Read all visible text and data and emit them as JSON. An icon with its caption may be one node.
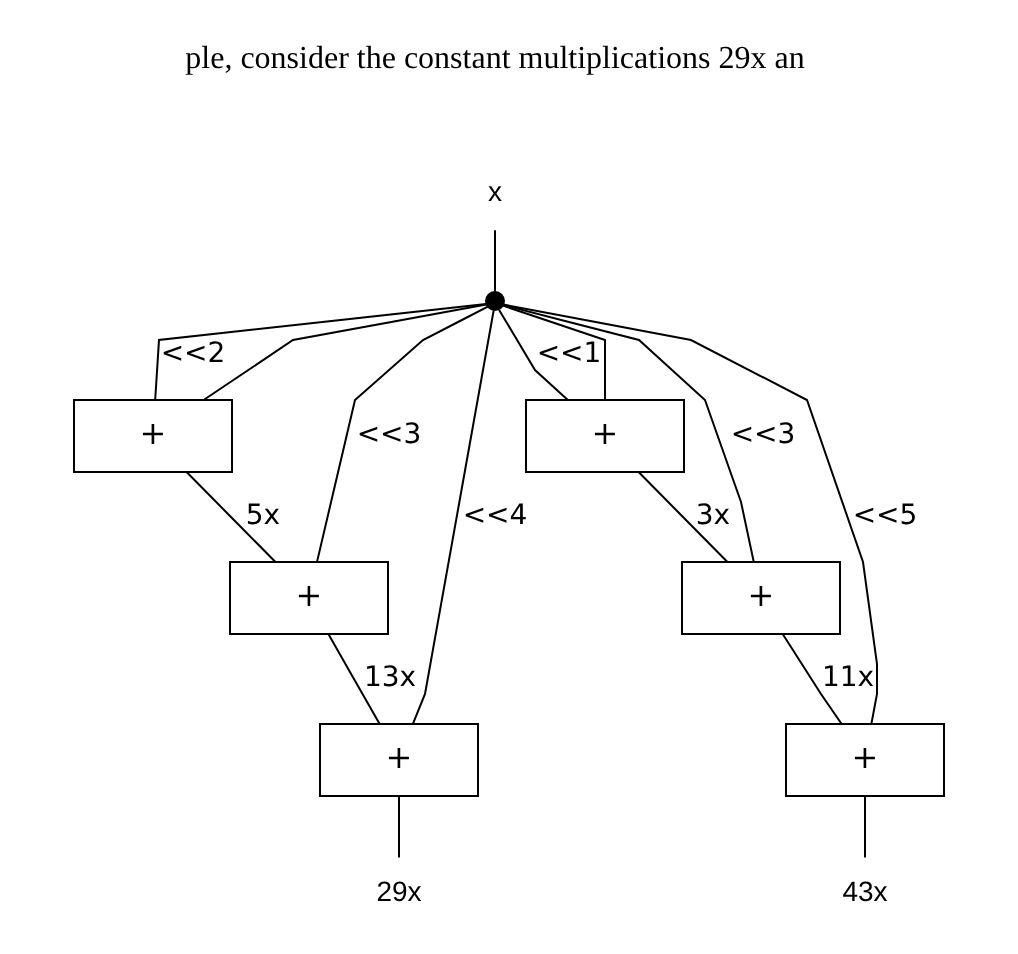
{
  "diagram": {
    "nodes": [
      {
        "text": [
          "x"
        ]
      },
      {
        "text": [],
        "shape": "circle"
      },
      {
        "text": [
          "+"
        ]
      },
      {
        "text": [
          "+"
        ]
      },
      {
        "text": [
          "+"
        ]
      },
      {
        "text": [
          "+"
        ]
      },
      {
        "text": [
          "+"
        ]
      },
      {
        "text": [
          "+"
        ]
      },
      {
        "text": [
          "29x"
        ]
      },
      {
        "text": [
          "43x"
        ]
      }
    ],
    "edges": [
      {
        "from": 0,
        "to": 1,
        "arrow": "none"
      },
      {
        "from": 1,
        "to": 2,
        "arrow": "none",
        "label": "<<2"
      },
      {
        "from": 1,
        "to": 2,
        "arrow": "none"
      },
      {
        "from": 1,
        "to": 3,
        "arrow": "none",
        "label": "<<3"
      },
      {
        "from": 1,
        "to": 4,
        "arrow": "none",
        "label": "<<4"
      },
      {
        "from": 2,
        "to": 3,
        "arrow": "none",
        "label": "5x"
      },
      {
        "from": 3,
        "to": 4,
        "arrow": "none",
        "label": "13x"
      },
      {
        "from": 4,
        "to": 8,
        "arrow": "none"
      },
      {
        "from": 1,
        "to": 5,
        "arrow": "none",
        "label": "<<1"
      },
      {
        "from": 1,
        "to": 5,
        "arrow": "none"
      },
      {
        "from": 1,
        "to": 6,
        "arrow": "none",
        "label": "<<3"
      },
      {
        "from": 1,
        "to": 7,
        "arrow": "none",
        "label": "<<5"
      },
      {
        "from": 5,
        "to": 6,
        "arrow": "none",
        "label": "3x"
      },
      {
        "from": 6,
        "to": 7,
        "arrow": "none",
        "label": "11x"
      },
      {
        "from": 7,
        "to": 9,
        "arrow": "none"
      }
    ],
    "labels": [
      "ple, consider the constant multiplications 29x an"
    ]
  }
}
